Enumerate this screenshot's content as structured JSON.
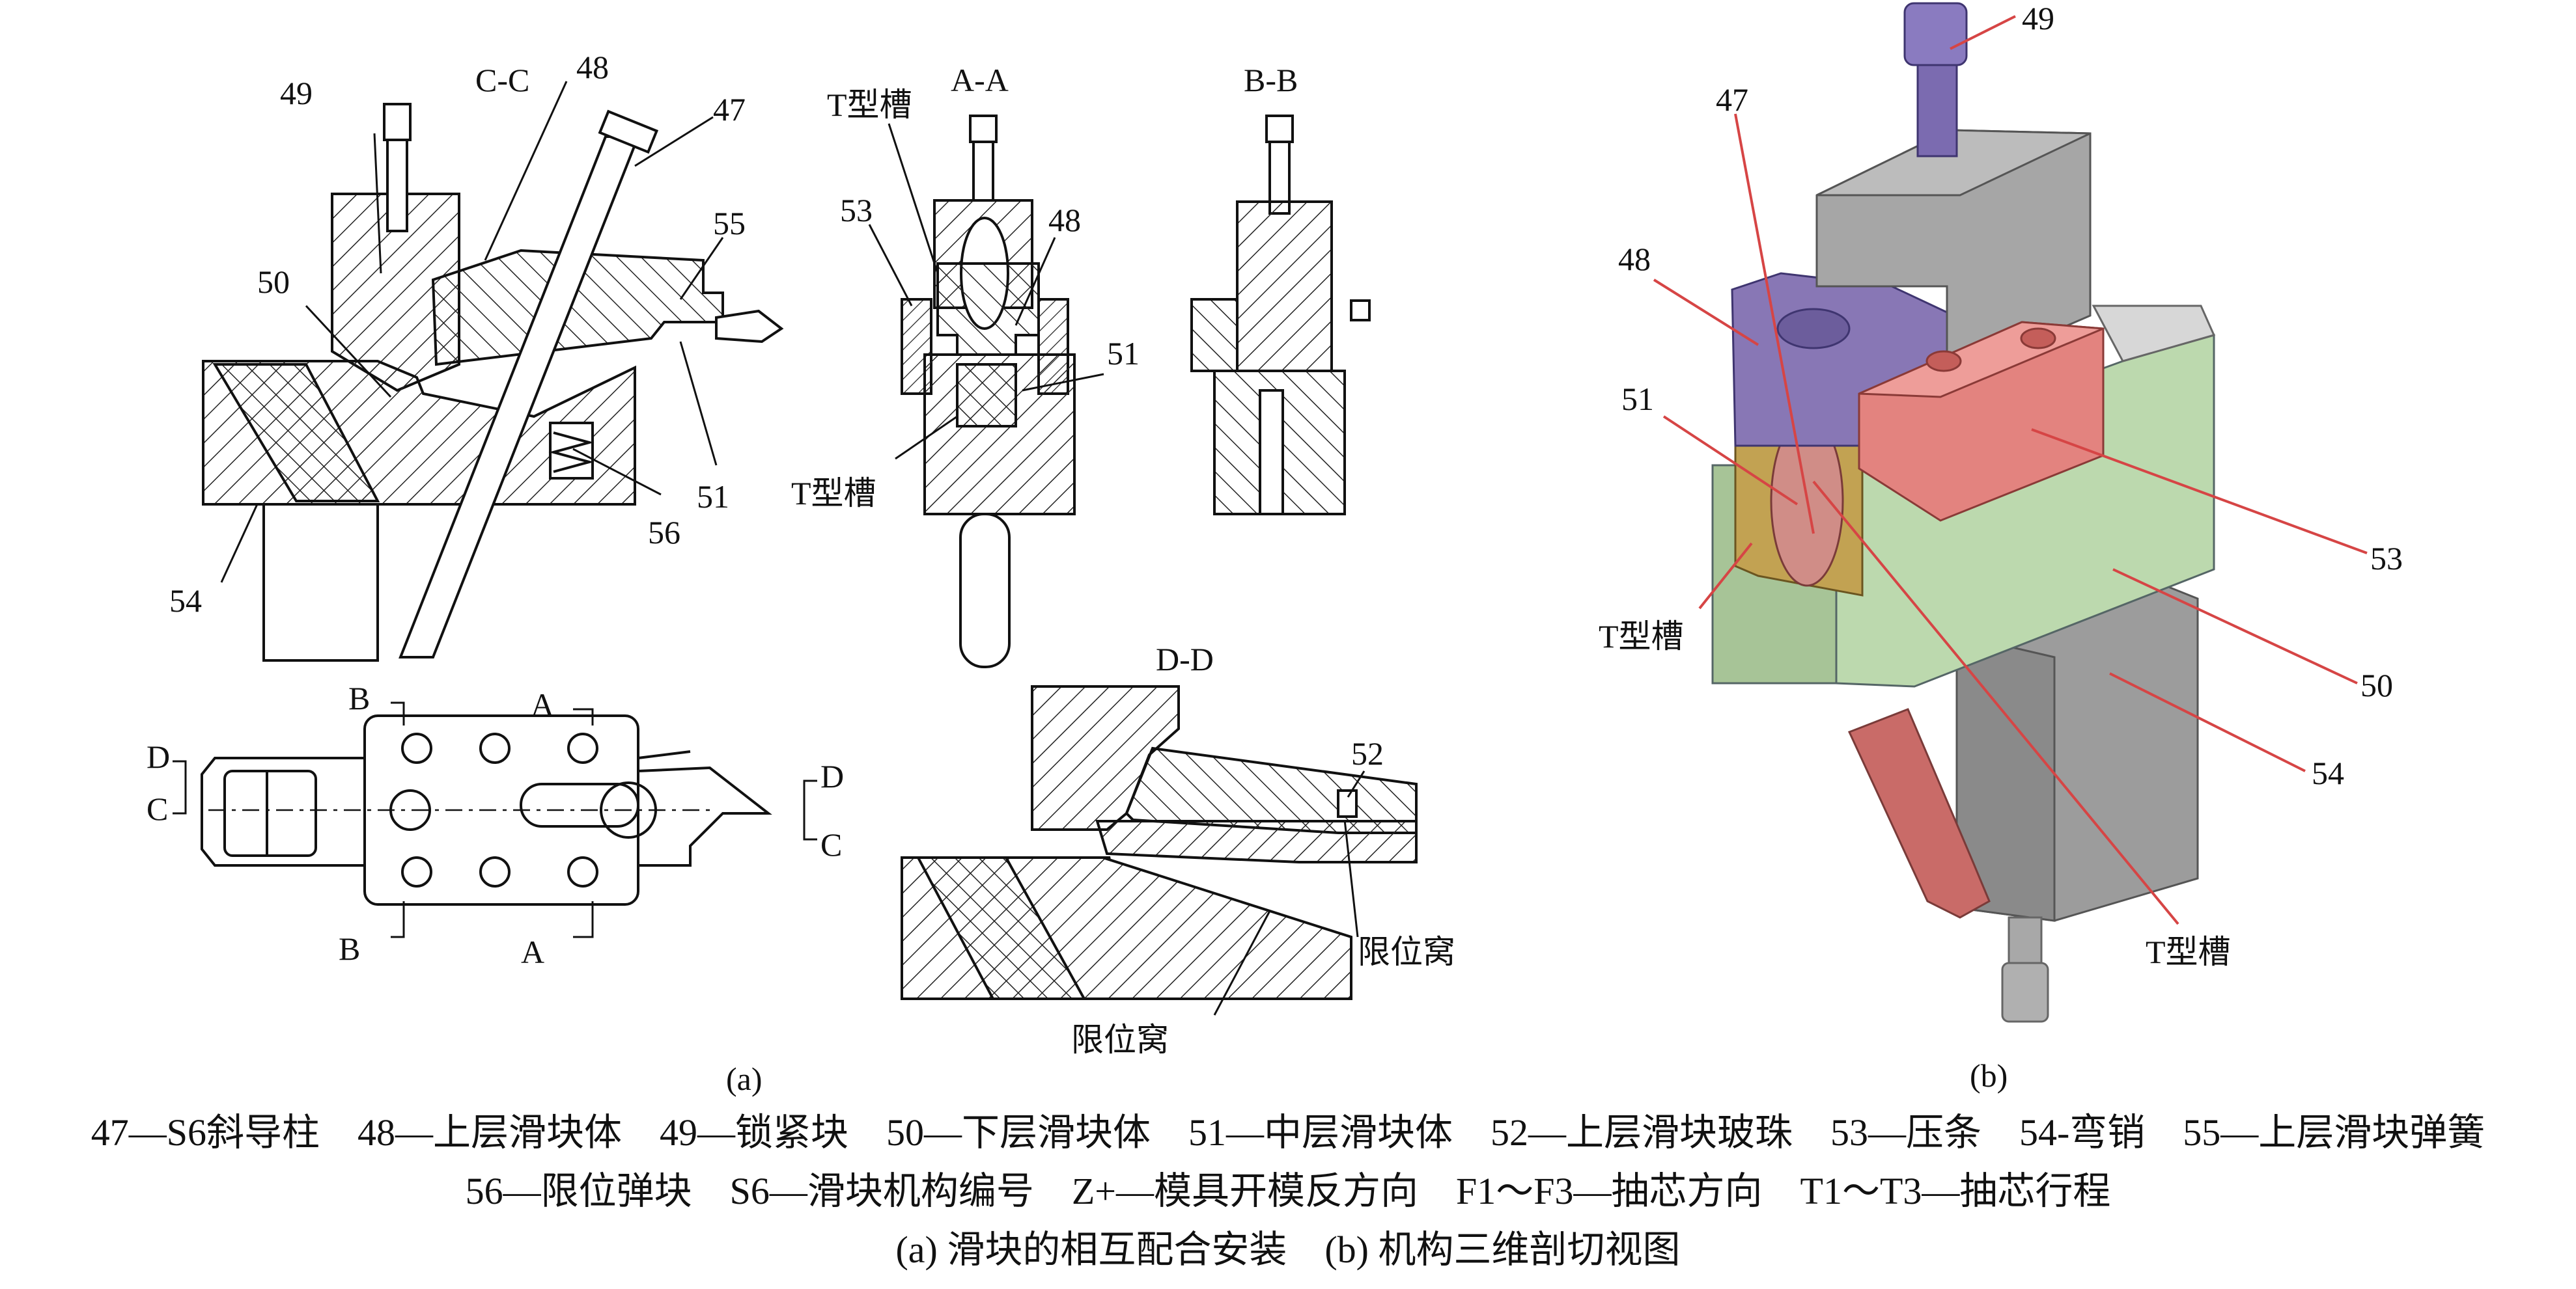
{
  "figure": {
    "panel_a": {
      "section_titles": {
        "cc": "C-C",
        "aa": "A-A",
        "bb": "B-B",
        "dd": "D-D"
      },
      "part_numbers": {
        "n47": "47",
        "n48": "48",
        "n49": "49",
        "n50": "50",
        "n51": "51",
        "n52": "52",
        "n53": "53",
        "n54": "54",
        "n55": "55",
        "n56": "56"
      },
      "t_slot": "T型槽",
      "limit_recess": "限位窝",
      "cut_marks": {
        "a": "A",
        "b": "B",
        "c": "C",
        "d": "D"
      },
      "label": "(a)"
    },
    "panel_b": {
      "part_numbers": {
        "n47": "47",
        "n48": "48",
        "n49": "49",
        "n50": "50",
        "n51": "51",
        "n53": "53",
        "n54": "54"
      },
      "t_slot": "T型槽",
      "label": "(b)"
    },
    "legend": {
      "line1": "47—S6斜导柱　48—上层滑块体　49—锁紧块　50—下层滑块体　51—中层滑块体　52—上层滑块玻珠　53—压条　54-弯销　55—上层滑块弹簧",
      "line2": "56—限位弹块　S6—滑块机构编号　Z+—模具开模反方向　F1～F3—抽芯方向　T1～T3—抽芯行程",
      "line3": "(a) 滑块的相互配合安装　(b) 机构三维剖切视图"
    }
  }
}
